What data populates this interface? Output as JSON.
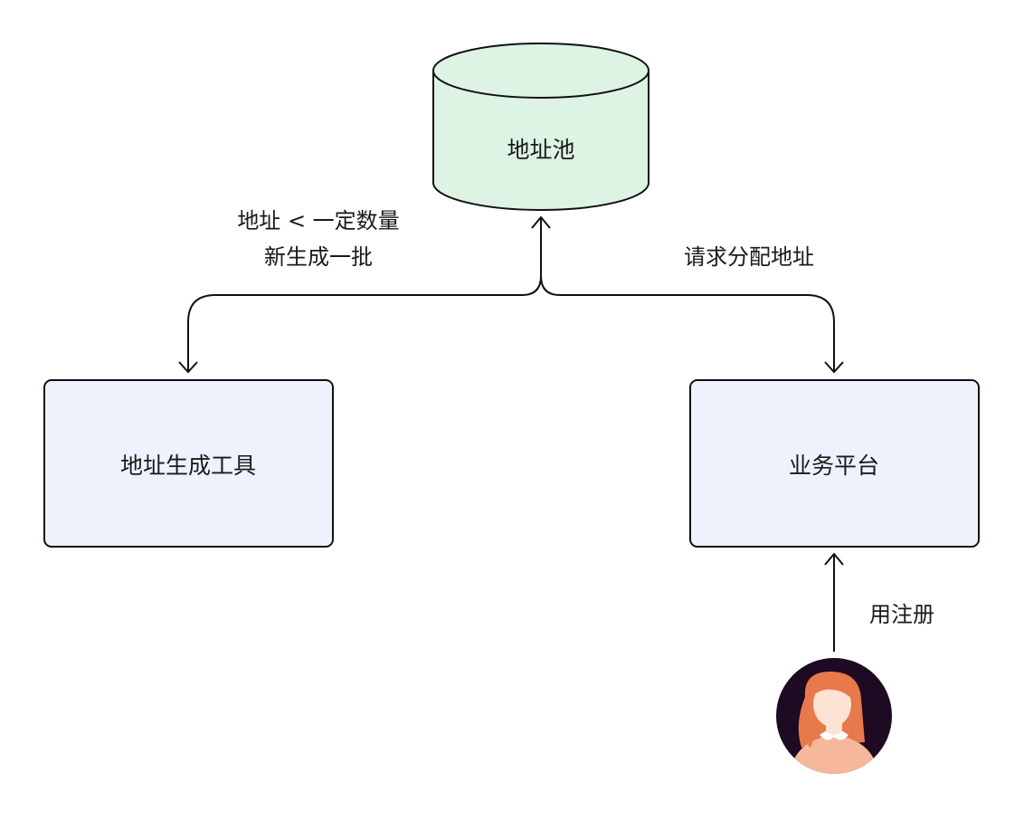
{
  "colors": {
    "db_fill": "#ddf3e4",
    "box_fill": "#eef2fc",
    "stroke": "#111111",
    "avatar_bg": "#1e0a22",
    "hair": "#e8794a",
    "skin": "#fde3d3",
    "shirt": "#f6b79b"
  },
  "nodes": {
    "database": {
      "label": "地址池",
      "icon": "database-cylinder"
    },
    "generator": {
      "label": "地址生成工具"
    },
    "platform": {
      "label": "业务平台"
    },
    "user": {
      "icon": "user-avatar-icon"
    }
  },
  "edges": {
    "generate": {
      "line1": "地址 < 一定数量",
      "line2": "新生成一批"
    },
    "request": {
      "label": "请求分配地址"
    },
    "register": {
      "label": "用注册"
    }
  }
}
